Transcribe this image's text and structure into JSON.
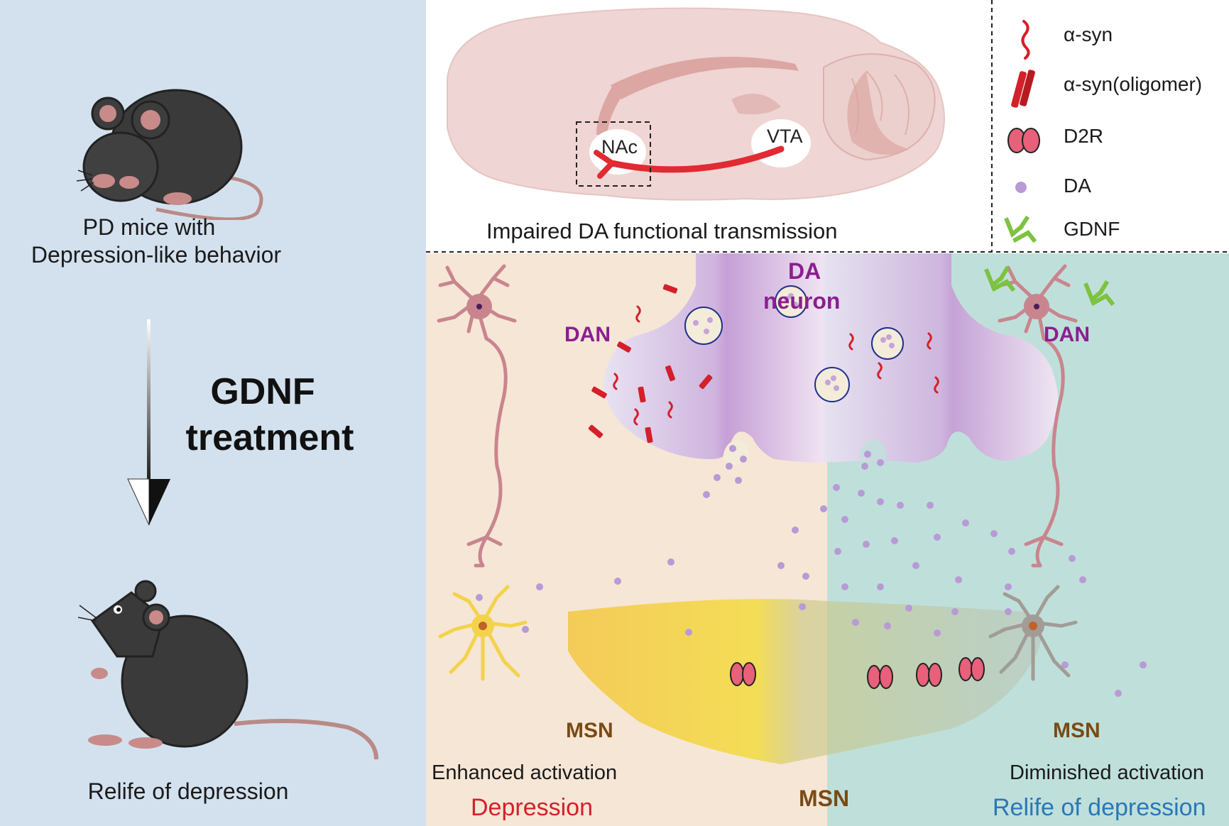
{
  "left_panel": {
    "caption_top_line1": "PD mice with",
    "caption_top_line2": "Depression-like behavior",
    "treatment_line1": "GDNF",
    "treatment_line2": "treatment",
    "caption_bottom": "Relife of depression",
    "icons": [
      "curled-mouse-icon",
      "alert-mouse-icon",
      "down-arrow-icon"
    ]
  },
  "brain_panel": {
    "region_nac": "NAc",
    "region_vta": "VTA",
    "caption": "Impaired DA functional transmission"
  },
  "legend": {
    "items": [
      {
        "icon": "alpha-syn-icon",
        "label": "α-syn"
      },
      {
        "icon": "alpha-syn-oligomer-icon",
        "label": "α-syn(oligomer)"
      },
      {
        "icon": "d2r-icon",
        "label": "D2R"
      },
      {
        "icon": "da-dot-icon",
        "label": "DA"
      },
      {
        "icon": "gdnf-icon",
        "label": "GDNF"
      }
    ]
  },
  "synapse_panel": {
    "da_neuron_line1": "DA",
    "da_neuron_line2": "neuron",
    "left_dan": "DAN",
    "right_dan": "DAN",
    "left_msn": "MSN",
    "right_msn": "MSN",
    "center_msn": "MSN",
    "left_activation": "Enhanced activation",
    "right_activation": "Diminished activation",
    "left_outcome": "Depression",
    "right_outcome": "Relife of depression"
  },
  "colors": {
    "left_bg": "#d3e1ee",
    "depression_bg": "#f6e6d6",
    "relief_bg": "#bfe0da",
    "alpha_syn": "#d3202a",
    "d2r": "#e8607a",
    "da": "#b89ad6",
    "gdnf": "#7dc242",
    "depression_text": "#d3202a",
    "relief_text": "#2a77b8"
  }
}
